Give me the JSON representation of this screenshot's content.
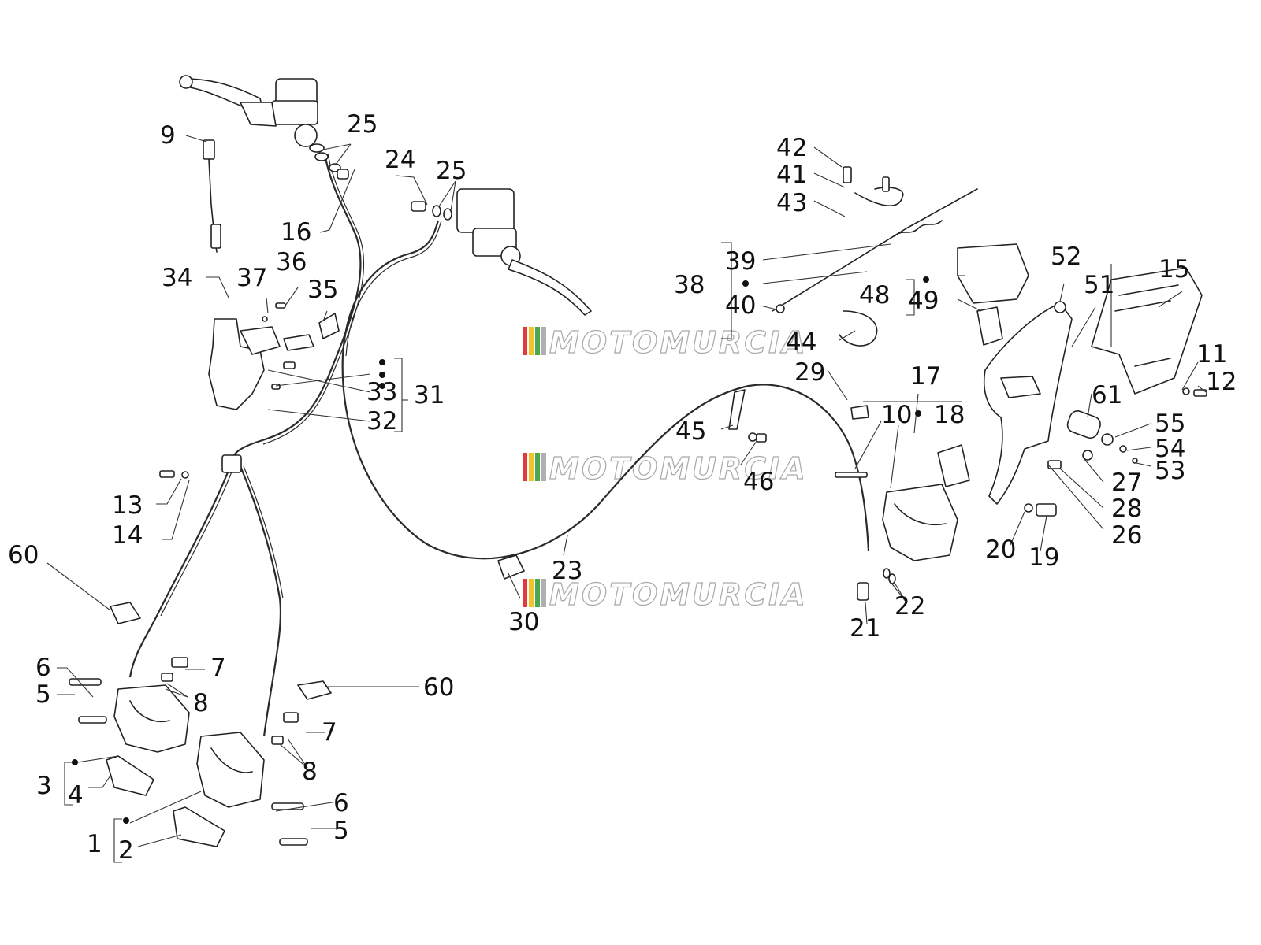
{
  "watermark": {
    "text": "MOTOMURCIA",
    "stripe_colors": [
      "#e23b3b",
      "#f2c230",
      "#4aa84a",
      "#b0b0b0"
    ]
  },
  "labels": {
    "l1": "1",
    "l2": "2",
    "l3": "3",
    "l4": "4",
    "l5a": "5",
    "l5b": "5",
    "l6a": "6",
    "l6b": "6",
    "l7a": "7",
    "l7b": "7",
    "l8a": "8",
    "l8b": "8",
    "l9": "9",
    "l10": "10",
    "l11": "11",
    "l12": "12",
    "l13": "13",
    "l14": "14",
    "l15": "15",
    "l16": "16",
    "l17": "17",
    "l18": "18",
    "l19": "19",
    "l20": "20",
    "l21": "21",
    "l22": "22",
    "l23": "23",
    "l24": "24",
    "l25a": "25",
    "l25b": "25",
    "l26": "26",
    "l27": "27",
    "l28": "28",
    "l29": "29",
    "l30": "30",
    "l31": "31",
    "l32": "32",
    "l33": "33",
    "l34": "34",
    "l35": "35",
    "l36": "36",
    "l37": "37",
    "l38": "38",
    "l39": "39",
    "l40": "40",
    "l41": "41",
    "l42": "42",
    "l43": "43",
    "l44": "44",
    "l45": "45",
    "l46": "46",
    "l48": "48",
    "l49": "49",
    "l51": "51",
    "l52": "52",
    "l53": "53",
    "l54": "54",
    "l55": "55",
    "l60a": "60",
    "l60b": "60",
    "l61": "61"
  }
}
